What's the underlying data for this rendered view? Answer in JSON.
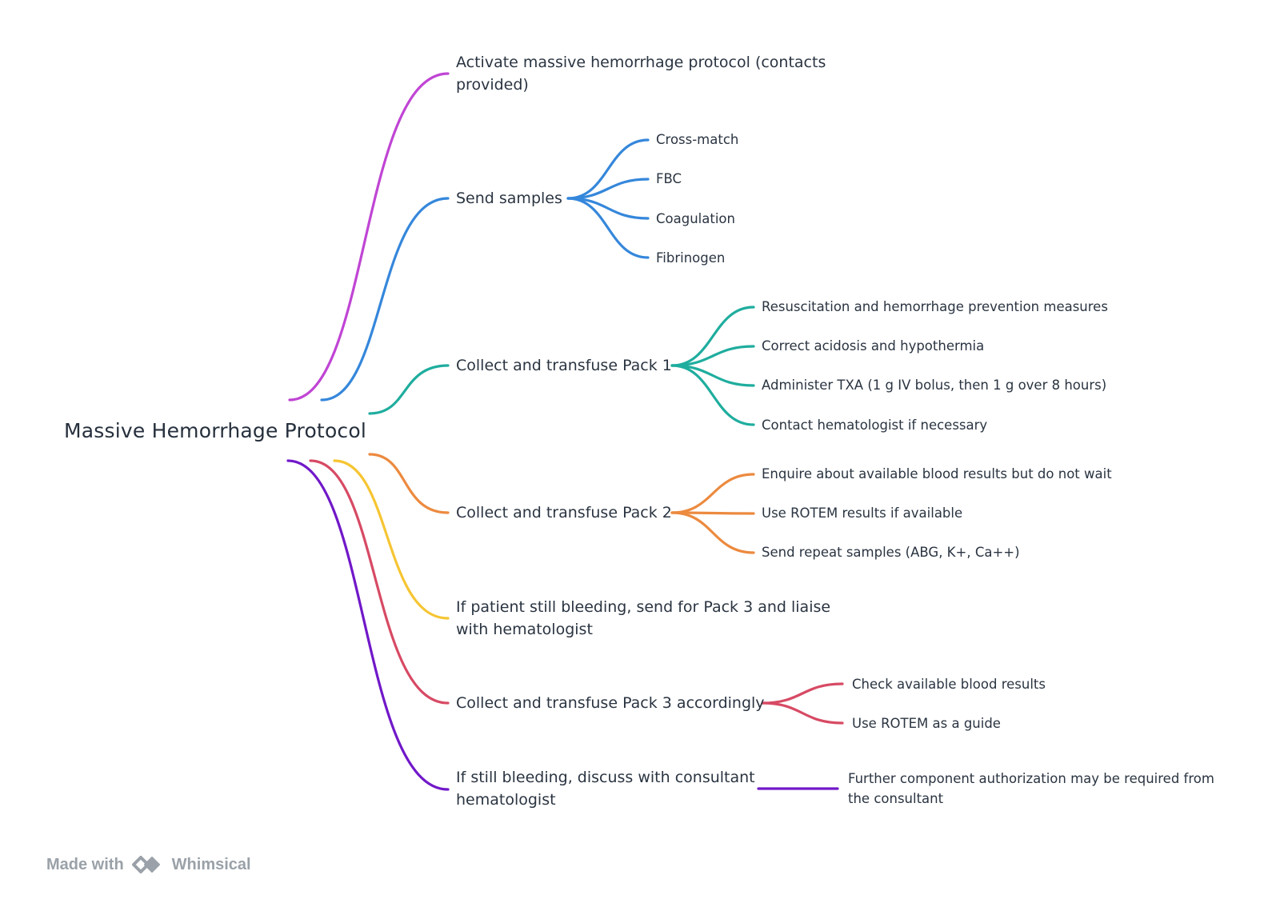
{
  "root": {
    "label": "Massive Hemorrhage Protocol"
  },
  "branches": [
    {
      "label": "Activate massive hemorrhage protocol (contacts provided)",
      "color": "#c045d4",
      "children": []
    },
    {
      "label": "Send samples",
      "color": "#3587db",
      "children": [
        "Cross-match",
        "FBC",
        "Coagulation",
        "Fibrinogen"
      ]
    },
    {
      "label": "Collect and transfuse Pack 1",
      "color": "#1fad9e",
      "children": [
        "Resuscitation and hemorrhage prevention measures",
        "Correct acidosis and hypothermia",
        "Administer TXA (1 g IV bolus, then 1 g over 8 hours)",
        "Contact hematologist if necessary"
      ]
    },
    {
      "label": "Collect and transfuse Pack 2",
      "color": "#ec8a3f",
      "children": [
        "Enquire about available blood results but do not wait",
        "Use ROTEM results if available",
        "Send repeat samples (ABG, K+, Ca++)"
      ]
    },
    {
      "label": "If patient still bleeding, send for Pack 3 and liaise with hematologist",
      "color": "#f6c533",
      "children": []
    },
    {
      "label": "Collect and transfuse Pack 3 accordingly",
      "color": "#d74a64",
      "children": [
        "Check available blood results",
        "Use ROTEM as a guide"
      ]
    },
    {
      "label": "If still bleeding, discuss with consultant hematologist",
      "color": "#7118c9",
      "children": [
        "Further component authorization may be required from the consultant"
      ]
    }
  ],
  "footer": {
    "made_with": "Made with",
    "brand": "Whimsical",
    "logo_icon": "whimsical-logo-icon",
    "text_color": "#9aa1a8"
  }
}
